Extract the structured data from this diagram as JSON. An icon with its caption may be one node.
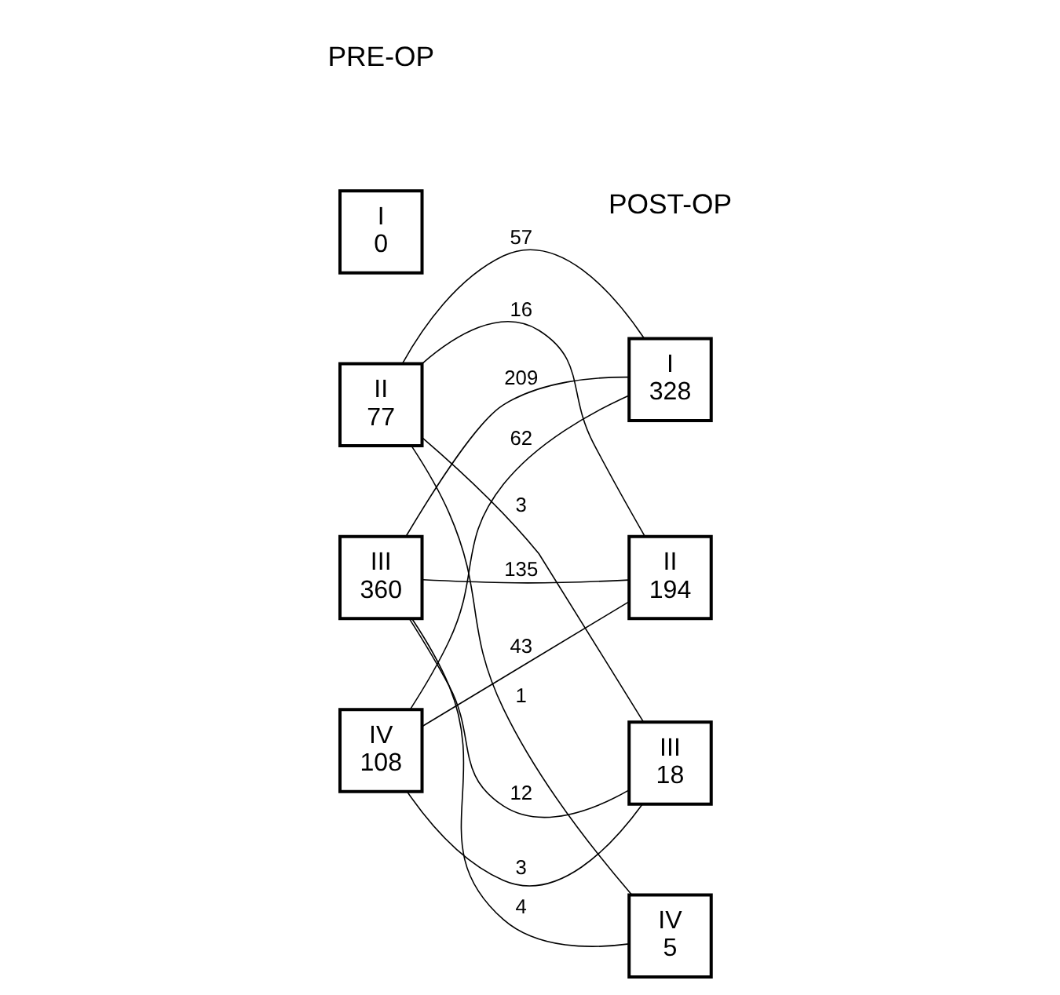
{
  "diagram": {
    "nodes": [
      {
        "text": [
          "I",
          "0"
        ]
      },
      {
        "text": [
          "II",
          "77"
        ]
      },
      {
        "text": [
          "III",
          "360"
        ]
      },
      {
        "text": [
          "IV",
          "108"
        ]
      },
      {
        "text": [
          "I",
          "328"
        ]
      },
      {
        "text": [
          "II",
          "194"
        ]
      },
      {
        "text": [
          "III",
          "18"
        ]
      },
      {
        "text": [
          "IV",
          "5"
        ]
      }
    ],
    "edges": [
      {
        "from": 1,
        "to": 4,
        "arrow": "none",
        "label": "57"
      },
      {
        "from": 1,
        "to": 5,
        "arrow": "none",
        "label": "16"
      },
      {
        "from": 1,
        "to": 6,
        "arrow": "none",
        "label": "3"
      },
      {
        "from": 1,
        "to": 7,
        "arrow": "none",
        "label": "1"
      },
      {
        "from": 2,
        "to": 4,
        "arrow": "none",
        "label": "209"
      },
      {
        "from": 2,
        "to": 5,
        "arrow": "none",
        "label": "135"
      },
      {
        "from": 2,
        "to": 6,
        "arrow": "none",
        "label": "12"
      },
      {
        "from": 2,
        "to": 7,
        "arrow": "none",
        "label": "4"
      },
      {
        "from": 3,
        "to": 4,
        "arrow": "none",
        "label": "62"
      },
      {
        "from": 3,
        "to": 5,
        "arrow": "none",
        "label": "43"
      },
      {
        "from": 3,
        "to": 6,
        "arrow": "none",
        "label": "3"
      }
    ],
    "labels": [
      "PRE-OP",
      "POST-OP"
    ]
  }
}
